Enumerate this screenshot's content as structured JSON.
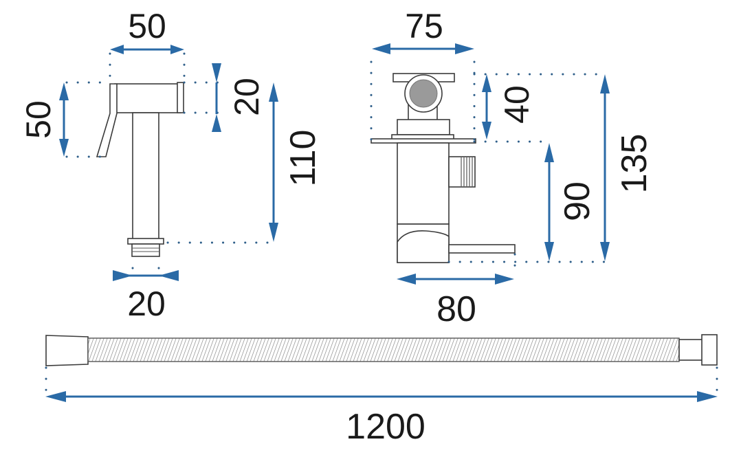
{
  "title": "Bidet sprayer set dimensions",
  "units": "mm",
  "colors": {
    "dimension_arrow": "#2a6aa6",
    "outline": "#3a3a3a",
    "text": "#1a1a1a",
    "knob_fill": "#9a9a9a"
  },
  "sprayer": {
    "head_width": "50",
    "head_height": "20",
    "handle_height": "50",
    "total_height": "110",
    "connector_width": "20"
  },
  "valve": {
    "body_width": "75",
    "knob_height": "40",
    "lower_height": "90",
    "total_height": "135",
    "spout_width": "80"
  },
  "hose": {
    "length": "1200"
  }
}
